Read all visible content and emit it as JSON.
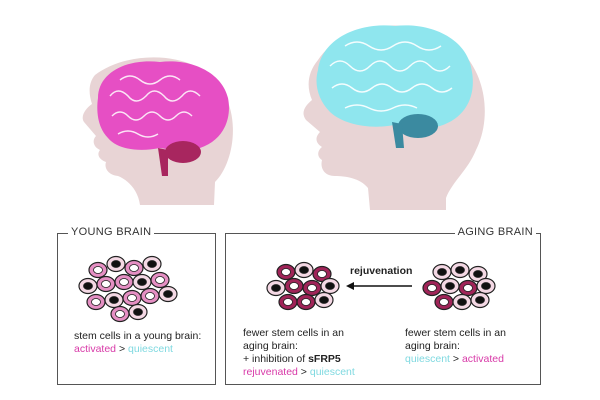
{
  "young_panel": {
    "title": "YOUNG BRAIN",
    "caption_line1": "stem cells in a young brain:",
    "state_active": "activated",
    "gt": ">",
    "state_quiescent": "quiescent"
  },
  "aging_panel": {
    "title": "AGING BRAIN",
    "arrow_label": "rejuvenation",
    "left_caption": {
      "line1": "fewer stem cells in an",
      "line2": "aging brain:",
      "line3_prefix": "+ inhibition of ",
      "line3_bold": "sFRP5",
      "state_a": "rejuvenated",
      "gt": ">",
      "state_b": "quiescent"
    },
    "right_caption": {
      "line1": "fewer stem cells in an",
      "line2": "aging brain:",
      "state_a": "quiescent",
      "gt": ">",
      "state_b": "activated"
    }
  },
  "colors": {
    "head": "#e8d4d5",
    "young_brain": "#e64fc4",
    "aging_brain": "#8fe6ee",
    "cerebellum_young": "#a8265f",
    "cerebellum_aging": "#3b8aa0",
    "cell_pink": "#e58fc3",
    "cell_dark": "#a02458",
    "cell_light": "#f4d8e4",
    "label_pink": "#d83aa8",
    "label_cyan": "#7fd9e0"
  }
}
